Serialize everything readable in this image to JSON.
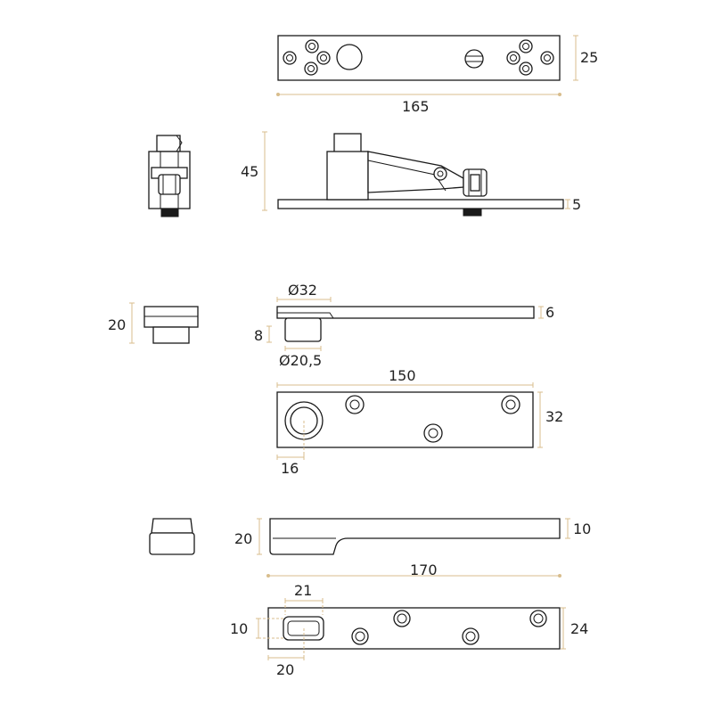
{
  "dimensions": {
    "top_plate_height": "25",
    "top_plate_length": "165",
    "pivot_height": "45",
    "plate_thickness": "5",
    "top_pin_height": "20",
    "arm_head_diameter": "Ø32",
    "arm_thickness": "6",
    "pin_height": "8",
    "pin_diameter": "Ø20,5",
    "arm_length": "150",
    "arm_width": "32",
    "pin_offset": "16",
    "bottom_block_height": "20",
    "bottom_arm_height": "10",
    "bottom_length": "170",
    "slot_length": "21",
    "slot_width": "10",
    "slot_offset": "20",
    "bottom_plate_width": "24"
  },
  "colors": {
    "line": "#1a1a1a",
    "dimension": "#d8bd8c",
    "background": "#ffffff"
  }
}
